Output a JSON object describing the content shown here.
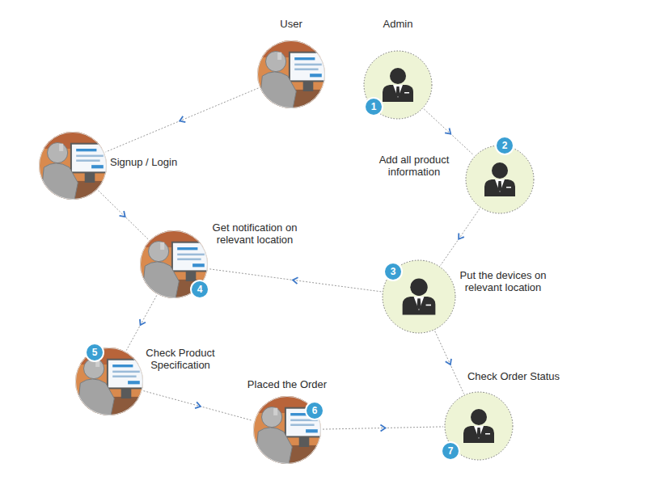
{
  "diagram": {
    "nodes": [
      {
        "text": [
          "User"
        ]
      },
      {
        "text": [
          "Admin",
          "1"
        ]
      },
      {
        "text": [
          "Signup / Login"
        ]
      },
      {
        "text": [
          "2",
          "Add all product information"
        ]
      },
      {
        "text": [
          "3",
          "Put the devices on relevant location"
        ]
      },
      {
        "text": [
          "Get notification on relevant location",
          "4"
        ]
      },
      {
        "text": [
          "5",
          "Check Product Specification"
        ]
      },
      {
        "text": [
          "Placed the Order",
          "6"
        ]
      },
      {
        "text": [
          "Check Order Status",
          "7"
        ]
      }
    ],
    "edges": [
      {
        "from": 0,
        "to": 2,
        "arrow": "to"
      },
      {
        "from": 2,
        "to": 5,
        "arrow": "to"
      },
      {
        "from": 1,
        "to": 3,
        "arrow": "to"
      },
      {
        "from": 3,
        "to": 4,
        "arrow": "to"
      },
      {
        "from": 4,
        "to": 5,
        "arrow": "to"
      },
      {
        "from": 4,
        "to": 8,
        "arrow": "to"
      },
      {
        "from": 5,
        "to": 6,
        "arrow": "to"
      },
      {
        "from": 6,
        "to": 7,
        "arrow": "to"
      },
      {
        "from": 7,
        "to": 8,
        "arrow": "to"
      }
    ]
  }
}
